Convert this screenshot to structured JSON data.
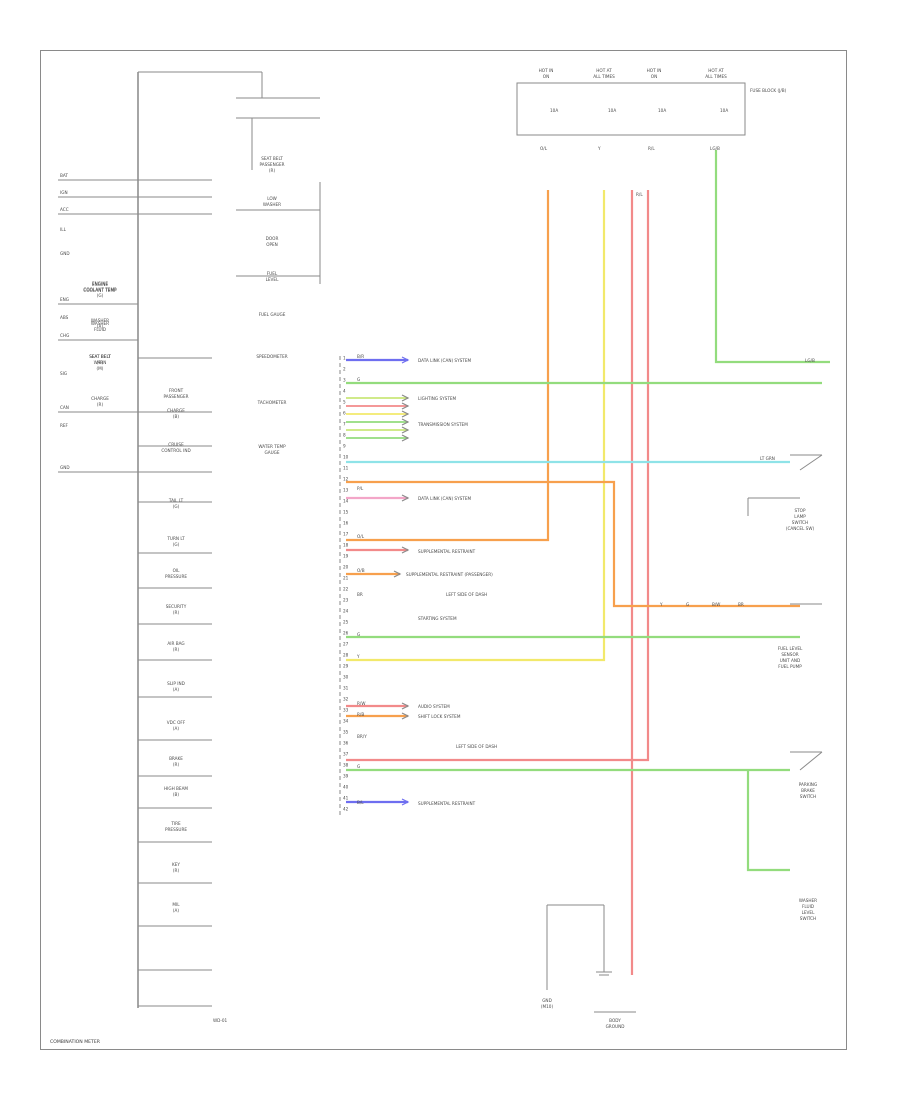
{
  "cluster": {
    "title": "COMBINATION METER",
    "left_inputs": [
      "BAT",
      "IGN",
      "ACC",
      "ILL",
      "GND",
      "ENG",
      "ABS",
      "CHG",
      "SIG",
      "CAN",
      "REF",
      "GND"
    ],
    "indicators": [
      [
        "ENGINE",
        "COOLANT TEMP",
        "(G)"
      ],
      [
        "WASHER",
        "FLUID",
        ""
      ],
      [
        "SEAT BELT",
        "WARN",
        "(M)"
      ],
      [
        "FRONT",
        "PASSENGER",
        ""
      ],
      [
        "CHARGE",
        "(B)",
        ""
      ],
      [
        "CRUISE",
        "CONTROL IND",
        ""
      ],
      [
        "TAIL LT",
        "(G)",
        ""
      ],
      [
        "TURN LT",
        "(G)",
        ""
      ],
      [
        "OIL",
        "PRESSURE",
        ""
      ],
      [
        "SECURITY",
        "(R)",
        ""
      ],
      [
        "AIR BAG",
        "(R)",
        ""
      ],
      [
        "SLIP IND",
        "(A)",
        ""
      ],
      [
        "VDC OFF",
        "(A)",
        ""
      ],
      [
        "BRAKE",
        "(R)",
        ""
      ],
      [
        "HIGH BEAM",
        "(B)",
        ""
      ],
      [
        "TIRE",
        "PRESSURE",
        ""
      ],
      [
        "KEY",
        "(R)",
        ""
      ],
      [
        "MIL",
        "(A)",
        ""
      ]
    ],
    "right_indicators": [
      [
        "SEAT BELT",
        "PASSENGER",
        "(R)"
      ],
      [
        "LOW",
        "WASHER",
        ""
      ],
      [
        "DOOR",
        "OPEN",
        ""
      ],
      [
        "FUEL",
        "LEVEL",
        ""
      ],
      [
        "FUEL GAUGE",
        "",
        ""
      ],
      [
        "SPEEDOMETER",
        "",
        ""
      ],
      [
        "TACHOMETER",
        "",
        ""
      ],
      [
        "WATER TEMP",
        "GAUGE",
        ""
      ]
    ],
    "footer": "COMBINATION METER",
    "page_code": "WD-01"
  },
  "fuse_box": {
    "title": "FUSE BLOCK (J/B)",
    "columns": [
      "HOT IN ON",
      "HOT AT ALL TIMES",
      "HOT IN ON",
      "HOT AT ALL TIMES"
    ],
    "fuses": [
      "10A",
      "10A",
      "10A",
      "10A"
    ],
    "wires": [
      "O/L",
      "Y",
      "R/L",
      "LG/B"
    ]
  },
  "right_labels": {
    "stop_lamp": [
      "STOP",
      "LAMP",
      "SWITCH",
      "(CANCEL SW)"
    ],
    "fuel_sender": [
      "FUEL LEVEL",
      "SENSOR",
      "UNIT AND",
      "FUEL PUMP"
    ],
    "parking": [
      "PARKING",
      "BRAKE",
      "SWITCH"
    ],
    "washer": [
      "WASHER",
      "FLUID",
      "LEVEL",
      "SWITCH"
    ],
    "gnd_left": [
      "GND",
      "(M10)"
    ],
    "gnd_center": [
      "BODY",
      "GROUND"
    ]
  },
  "system_labels": [
    "DATA LINK (CAN) SYSTEM",
    "LIGHTING SYSTEM",
    "TRANSMISSION SYSTEM",
    "DATA LINK (CAN) SYSTEM",
    "SUPPLEMENTAL RESTRAINT",
    "SUPPLEMENTAL RESTRAINT (PASSENGER)",
    "LEFT SIDE OF DASH",
    "STARTING SYSTEM",
    "AUDIO SYSTEM",
    "SHIFT LOCK SYSTEM",
    "LEFT SIDE OF DASH",
    "SUPPLEMENTAL RESTRAINT"
  ],
  "wire_tags": {
    "blue": "B/R",
    "green1": "G",
    "lg": "LG/B",
    "yellow_pair": [
      "Y",
      "G",
      "B/W",
      "BR"
    ],
    "cyan": "LT GRN",
    "pink": "P/L",
    "orange": "O/L",
    "red": "R/L",
    "orange2": "O/B",
    "brown": "BR",
    "green_b": "G",
    "yellow2": "Y",
    "red2": "R/W",
    "red3": "R/B",
    "brown2": "BR/Y",
    "green3": "G",
    "blue2": "B/L"
  },
  "colors": {
    "orange": "#f7a04d",
    "yellow": "#f2e96b",
    "red": "#f28a8a",
    "green": "#93dc7d",
    "cyan": "#8fe3e8",
    "blue": "#6e6ef0",
    "pink": "#f3a6c8",
    "lime": "#c9e77a",
    "frame": "#8a8a8a"
  }
}
